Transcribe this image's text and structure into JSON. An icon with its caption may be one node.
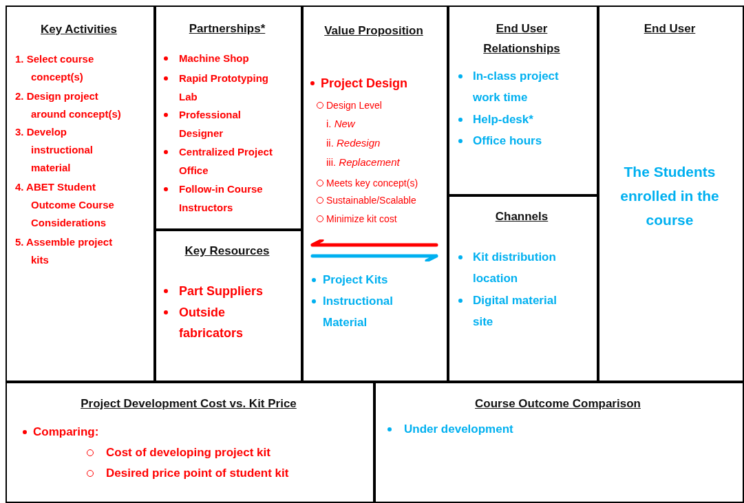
{
  "diagram": {
    "nodes": [
      {
        "text": [
          "Key Activities",
          "1. Select course concept(s)",
          "2. Design project around concept(s)",
          "3. Develop instructional material",
          "4. ABET Student Outcome Course Considerations",
          "5. Assemble project kits"
        ]
      },
      {
        "text": [
          "Partnerships*",
          "Machine Shop",
          "Rapid Prototyping Lab",
          "Professional Designer",
          "Centralized Project Office",
          "Follow-in Course Instructors"
        ]
      },
      {
        "text": [
          "Key Resources",
          "Part Suppliers",
          "Outside fabricators"
        ]
      },
      {
        "text": [
          "Value Proposition",
          "Project Design",
          "Design Level",
          "i. *New*",
          "ii. *Redesign*",
          "iii. *Replacement*",
          "Meets key concept(s)",
          "Sustainable/Scalable",
          "Minimize kit cost",
          "Project Kits",
          "Instructional Material"
        ]
      },
      {
        "text": [
          "End User Relationships",
          "In-class project work time",
          "Help-desk*",
          "Office hours"
        ]
      },
      {
        "text": [
          "Channels",
          "Kit distribution location",
          "Digital material site"
        ]
      },
      {
        "text": [
          "End User",
          "The Students enrolled in the course"
        ]
      },
      {
        "text": [
          "Project Development Cost vs. Kit Price",
          "Comparing:",
          "Cost of developing project kit",
          "Desired price point of student kit"
        ]
      },
      {
        "text": [
          "Course Outcome Comparison",
          "Under development"
        ]
      },
      {
        "text": [],
        "shape": "arrow",
        "in": 3
      },
      {
        "text": [],
        "shape": "arrow",
        "in": 3
      }
    ]
  }
}
